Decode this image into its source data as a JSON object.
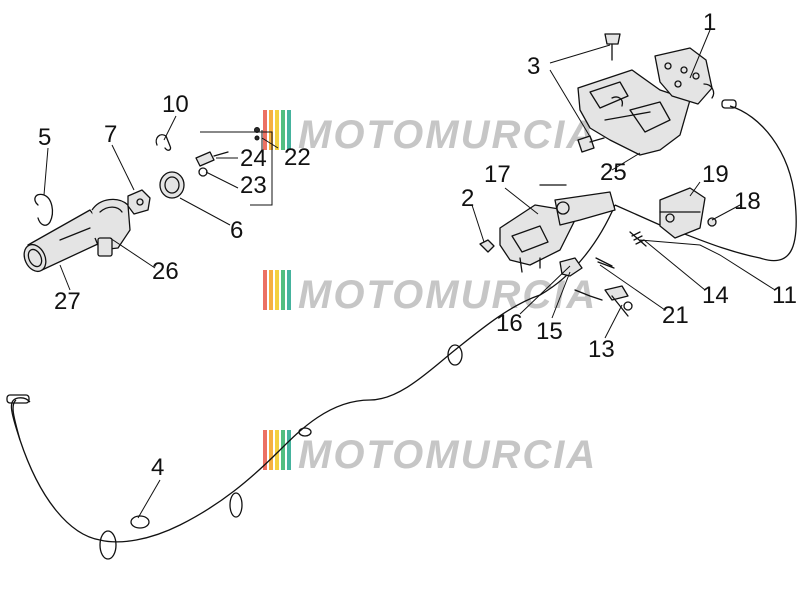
{
  "watermark": {
    "text": "MOTOMURCIA",
    "stripe_colors": [
      "#e74c3c",
      "#f39c12",
      "#f1c40f",
      "#27ae60",
      "#16a085"
    ]
  },
  "callouts": {
    "c1": "1",
    "c2": "2",
    "c3": "3",
    "c4": "4",
    "c5": "5",
    "c6": "6",
    "c7": "7",
    "c10": "10",
    "c11": "11",
    "c13": "13",
    "c14": "14",
    "c15": "15",
    "c16": "16",
    "c17": "17",
    "c18": "18",
    "c19": "19",
    "c21": "21",
    "c22": "22",
    "c23": "23",
    "c24": "24",
    "c25": "25",
    "c26": "26",
    "c27": "27"
  }
}
